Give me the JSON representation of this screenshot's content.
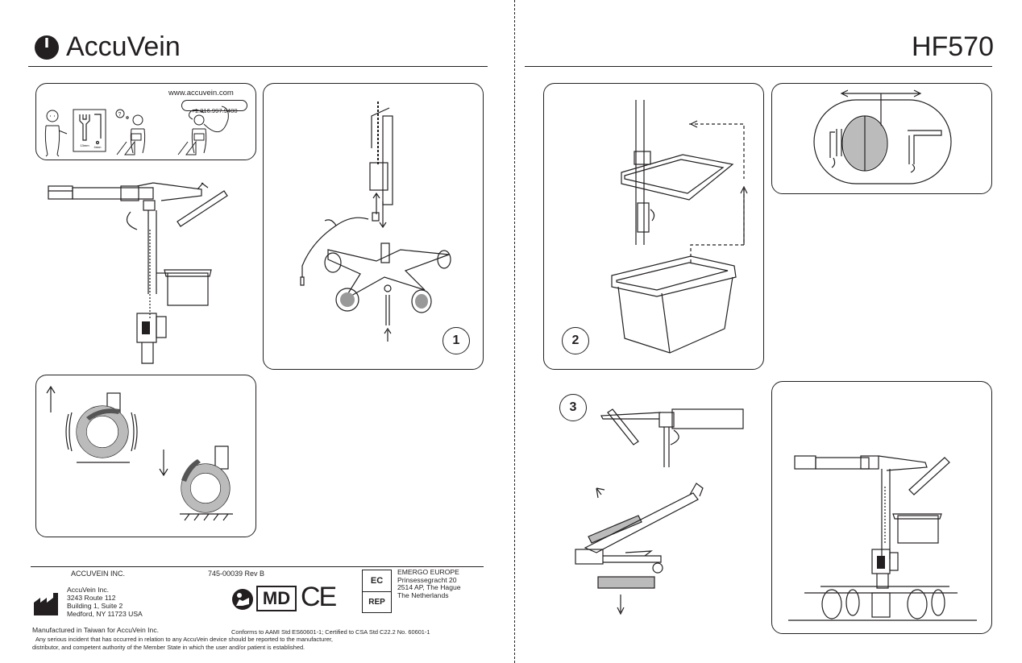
{
  "header": {
    "brand": "AccuVein",
    "model": "HF570"
  },
  "contact_panel": {
    "website": "www.accuvein.com",
    "phone": "+1.816.997.9400",
    "wrench_size": "13mm",
    "hex_size": "4mm"
  },
  "steps": {
    "step1": "1",
    "step2": "2",
    "step3": "3"
  },
  "footer": {
    "company": "ACCUVEIN INC.",
    "address_lines": [
      "AccuVein Inc.",
      "3243 Route 112",
      "Building 1, Suite 2",
      "Medford, NY 11723 USA"
    ],
    "doc_number": "745-00039 Rev B",
    "md_label": "MD",
    "ce_label": "CE",
    "ec_label": "EC",
    "rep_label": "REP",
    "rep_lines": [
      "EMERGO EUROPE",
      "Prinsessegracht 20",
      "2514 AP, The Hague",
      "The Netherlands"
    ],
    "manufactured": "Manufactured in Taiwan for AccuVein Inc.",
    "conforms": "Conforms to AAMI Std ES60601-1; Certified to CSA Std C22.2 No. 60601-1",
    "incident_line1": "Any serious incident that has occurred in relation to any AccuVein device should be reported to the manufacturer,",
    "incident_line2": "distributor, and competent authority of the Member State in which the user and/or patient is established."
  }
}
